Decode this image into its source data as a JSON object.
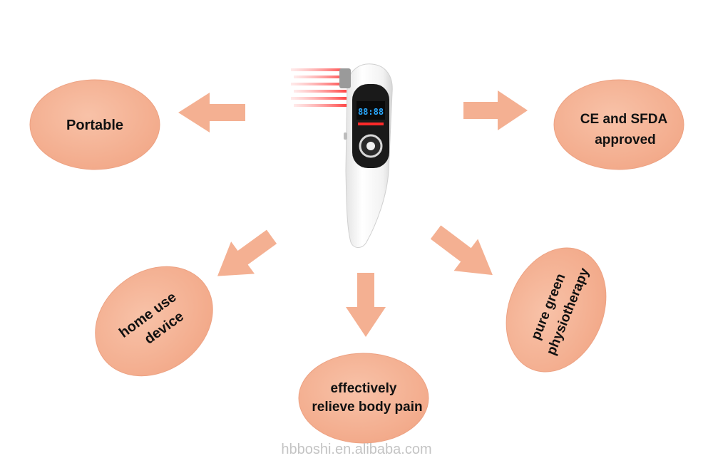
{
  "features": {
    "portable": "Portable",
    "ce_line1": "CE and SFDA",
    "ce_line2": "approved",
    "home_line1": "home use",
    "home_line2": "device",
    "pain_line1": "effectively",
    "pain_line2": "relieve body pain",
    "green_line1": "pure green",
    "green_line2": "physiotherapy"
  },
  "device": {
    "display_digits": "88:88"
  },
  "watermark": "hbboshi.en.alibaba.com",
  "colors": {
    "bubble_fill": "#f4b092",
    "bubble_edge": "#e89a78",
    "arrow_fill": "#f4b092",
    "device_body": "#f7f7f7",
    "screen": "#1a1a1a",
    "laser": "#ff6060"
  }
}
